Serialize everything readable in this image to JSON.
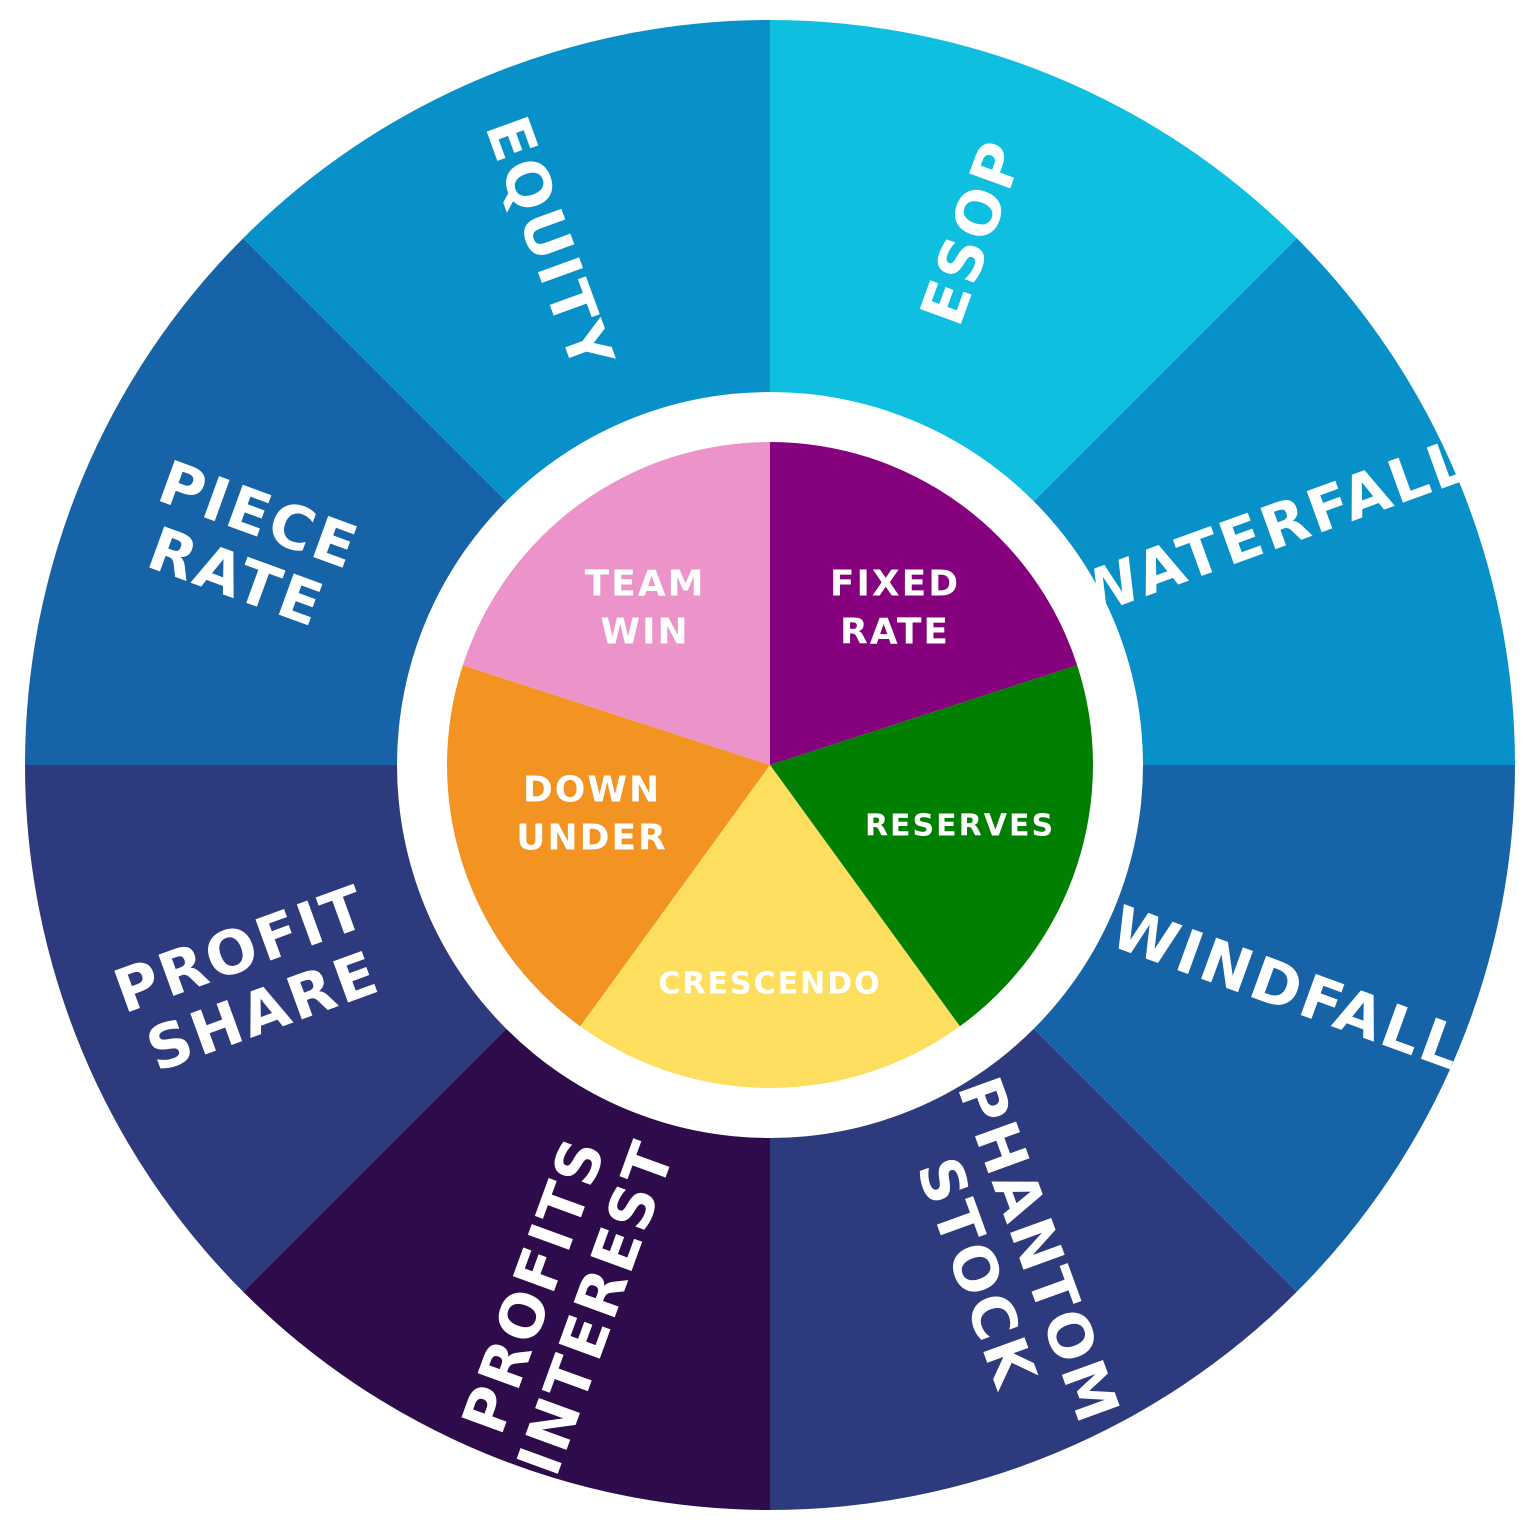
{
  "outer_ring": [
    {
      "id": "esop",
      "lines": [
        "ESOP"
      ],
      "color": "#0EBFE0"
    },
    {
      "id": "waterfall",
      "lines": [
        "WATERFALL"
      ],
      "color": "#0891C9"
    },
    {
      "id": "windfall",
      "lines": [
        "WINDFALL"
      ],
      "color": "#1763A8"
    },
    {
      "id": "phantom-stock",
      "lines": [
        "PHANTOM",
        "STOCK"
      ],
      "color": "#2D3A7E"
    },
    {
      "id": "profits-interest",
      "lines": [
        "PROFITS",
        "INTEREST"
      ],
      "color": "#2E0C4C"
    },
    {
      "id": "profit-share",
      "lines": [
        "PROFIT",
        "SHARE"
      ],
      "color": "#2D3A7E"
    },
    {
      "id": "piece-rate",
      "lines": [
        "PIECE",
        "RATE"
      ],
      "color": "#1763A8"
    },
    {
      "id": "equity",
      "lines": [
        "EQUITY"
      ],
      "color": "#0891C9"
    }
  ],
  "inner_pie": [
    {
      "id": "fixed-rate",
      "lines": [
        "FIXED",
        "RATE"
      ],
      "color": "#85017E"
    },
    {
      "id": "reserves",
      "lines": [
        "RESERVES"
      ],
      "color": "#007F00"
    },
    {
      "id": "crescendo",
      "lines": [
        "CRESCENDO"
      ],
      "color": "#FEDE5F"
    },
    {
      "id": "down-under",
      "lines": [
        "DOWN",
        "UNDER"
      ],
      "color": "#F39322"
    },
    {
      "id": "team-win",
      "lines": [
        "TEAM",
        "WIN"
      ],
      "color": "#EC93C9"
    }
  ],
  "ring_separator_color": "#FFFFFF",
  "label_color": "#FFFFFF"
}
